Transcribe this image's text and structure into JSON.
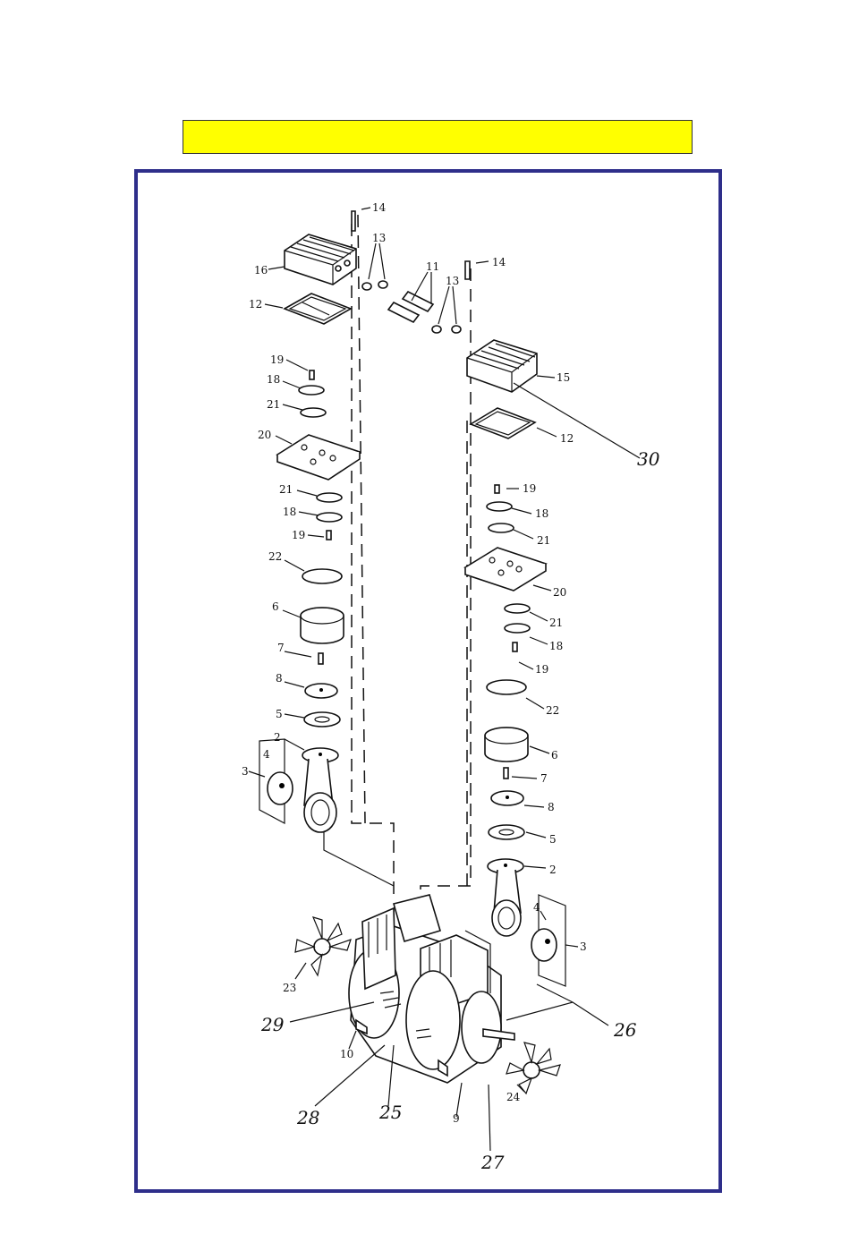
{
  "title_bar": {
    "text": "",
    "color": "#ffff00"
  },
  "frame": {
    "border_color": "#2e2e8a"
  },
  "callouts": {
    "p14a": "14",
    "p13a": "13",
    "p16": "16",
    "p11": "11",
    "p14b": "14",
    "p13b": "13",
    "p12a": "12",
    "p19a": "19",
    "p18a": "18",
    "p15": "15",
    "p21a": "21",
    "p12b": "12",
    "p20a": "20",
    "p30": "30",
    "p21b": "21",
    "p19b": "19",
    "p18b": "18",
    "p19c": "19",
    "p21c": "21",
    "p22a": "22",
    "p20b": "20",
    "p6a": "6",
    "p21d": "21",
    "p7a": "7",
    "p18c": "18",
    "p19d": "19",
    "p8a": "8",
    "p22b": "22",
    "p5a": "5",
    "p2a": "2",
    "p6b": "6",
    "p3a": "3",
    "p4a": "4",
    "p7b": "7",
    "p8b": "8",
    "p5b": "5",
    "p2b": "2",
    "p4b": "4",
    "p3b": "3",
    "p23": "23",
    "p29": "29",
    "p26": "26",
    "p10": "10",
    "p28": "28",
    "p25": "25",
    "p9": "9",
    "p24": "24",
    "p27": "27"
  }
}
